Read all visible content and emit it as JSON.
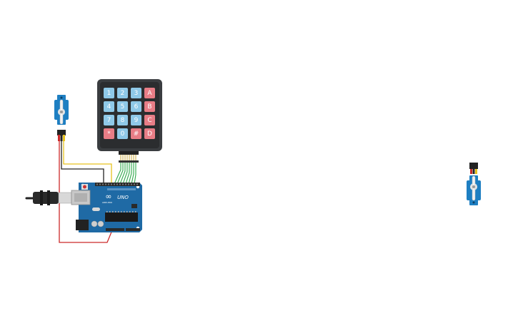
{
  "colors": {
    "canvas_bg": "#ffffff",
    "key_number": "#8fc9e8",
    "key_letter": "#e87d86",
    "keypad_body": "#3a3d40",
    "arduino_board": "#1f6aa5",
    "servo_body": "#1e7fc2",
    "wire_red": "#cc2a2a",
    "wire_black": "#222222",
    "wire_yellow": "#e6c21f",
    "wire_green": "#2fa84a"
  },
  "keypad": {
    "rows": [
      [
        "1",
        "2",
        "3",
        "A"
      ],
      [
        "4",
        "5",
        "6",
        "B"
      ],
      [
        "7",
        "8",
        "9",
        "C"
      ],
      [
        "*",
        "0",
        "#",
        "D"
      ]
    ]
  },
  "arduino": {
    "logo": "∞",
    "model": "UNO",
    "brand": "ARDUINO"
  },
  "components": {
    "servo_left": "servo",
    "servo_right": "servo",
    "usb_cable": "usb-b"
  }
}
